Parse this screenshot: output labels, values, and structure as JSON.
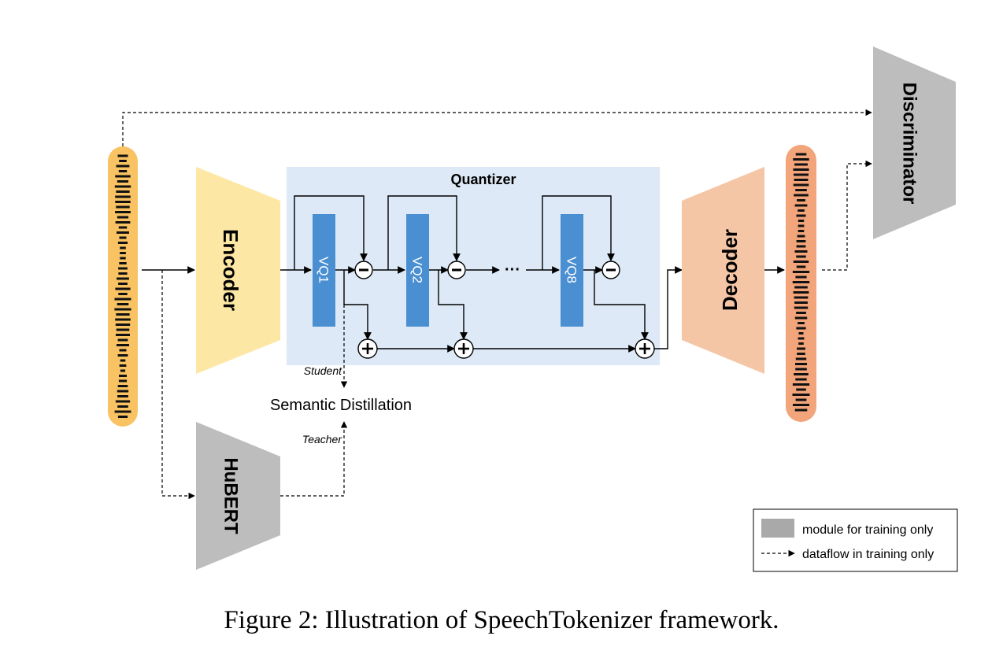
{
  "caption": "Figure 2: Illustration of SpeechTokenizer framework.",
  "labels": {
    "encoder": "Encoder",
    "decoder": "Decoder",
    "discriminator": "Discriminator",
    "hubert": "HuBERT",
    "quantizer": "Quantizer",
    "vq1": "VQ1",
    "vq2": "VQ2",
    "vq8": "VQ8",
    "ellipsis": "···",
    "student": "Student",
    "teacher": "Teacher",
    "semantic_distillation": "Semantic Distillation",
    "minus": "−",
    "plus": "+"
  },
  "legend": {
    "training_module": "module for training only",
    "training_dataflow": "dataflow in training only"
  },
  "colors": {
    "input_wave_bg": "#f9c262",
    "output_wave_bg": "#f2a57a",
    "encoder": "#fde7a4",
    "decoder": "#f5c6a6",
    "quantizer_bg": "#dde9f6",
    "vq_block": "#4a8fd2",
    "training_module": "#bdbdbd"
  }
}
